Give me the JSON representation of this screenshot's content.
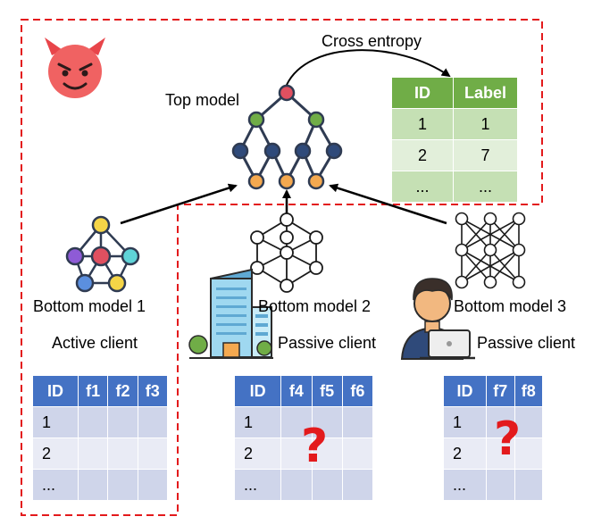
{
  "labels": {
    "cross_entropy": "Cross entropy",
    "top_model": "Top model",
    "bottom_model_1": "Bottom model 1",
    "bottom_model_2": "Bottom model 2",
    "bottom_model_3": "Bottom model 3",
    "active_client": "Active client",
    "passive_client_2": "Passive client",
    "passive_client_3": "Passive client"
  },
  "label_table": {
    "headers": [
      "ID",
      "Label"
    ],
    "rows": [
      [
        "1",
        "1"
      ],
      [
        "2",
        "7"
      ],
      [
        "...",
        "..."
      ]
    ]
  },
  "client1_table": {
    "headers": [
      "ID",
      "f1",
      "f2",
      "f3"
    ],
    "rows": [
      [
        "1",
        "",
        "",
        ""
      ],
      [
        "2",
        "",
        "",
        ""
      ],
      [
        "...",
        "",
        "",
        ""
      ]
    ]
  },
  "client2_table": {
    "headers": [
      "ID",
      "f4",
      "f5",
      "f6"
    ],
    "rows": [
      [
        "1",
        "",
        "",
        ""
      ],
      [
        "2",
        "",
        "",
        ""
      ],
      [
        "...",
        "",
        "",
        ""
      ]
    ],
    "unknown": "?"
  },
  "client3_table": {
    "headers": [
      "ID",
      "f7",
      "f8"
    ],
    "rows": [
      [
        "1",
        "",
        ""
      ],
      [
        "2",
        "",
        ""
      ],
      [
        "...",
        "",
        ""
      ]
    ],
    "unknown": "?"
  },
  "colors": {
    "attacker_border": "#e31a1c",
    "node_red": "#e05060",
    "node_green": "#70ad47",
    "node_navy": "#2f4a7a",
    "node_orange": "#f4a950",
    "node_yellow": "#f5d547",
    "node_purple": "#8e5bd6",
    "node_cyan": "#5fd3d8",
    "node_blue": "#5b8fdf",
    "header_blue": "#4472c4",
    "header_green": "#70ad47"
  },
  "icons": {
    "attacker": "devil-face-icon",
    "building": "office-building-icon",
    "person": "person-laptop-icon"
  }
}
